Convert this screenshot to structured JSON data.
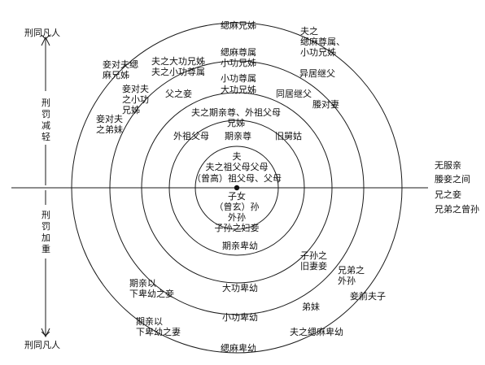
{
  "colors": {
    "ink": "#111111",
    "background": "#ffffff"
  },
  "left_axis": {
    "top_label": "刑同凡人",
    "bottom_label": "刑同凡人",
    "upper_mid": [
      "刑",
      "罚",
      "减",
      "轻"
    ],
    "lower_mid": [
      "刑",
      "罚",
      "加",
      "重"
    ]
  },
  "right_legend": [
    "无服亲",
    "媵妾之间",
    "兄之妾",
    "兄弟之曾孙"
  ],
  "upper": {
    "ring5": [
      "缌麻兄姊"
    ],
    "ring5_right": [
      "夫之",
      "缌麻尊属、",
      "小功兄姊"
    ],
    "ring5_left": [
      "妾对夫缌",
      "麻兄姊"
    ],
    "ring4_top": [
      "缌麻尊属",
      "小功兄姊"
    ],
    "ring4_left": [
      "夫之大功兄姊",
      "夫之小功尊属"
    ],
    "ring4_left2": [
      "妾对夫",
      "之小功",
      "兄姊"
    ],
    "ring4_left3": [
      "妾对夫",
      "之弟妹"
    ],
    "ring4_right": [
      "异居继父"
    ],
    "ring4_right2": [
      "媵对妻"
    ],
    "ring3_top": [
      "小功尊属",
      "大功兄姊"
    ],
    "ring3_left": [
      "父之妾"
    ],
    "ring3_right": [
      "同居继父"
    ],
    "ring2_top": [
      "夫之期亲尊、外祖父母",
      "兄姊"
    ],
    "ring2_left": [
      "外祖父母"
    ],
    "ring2_mid": [
      "期亲尊"
    ],
    "ring2_right": [
      "旧舅姑"
    ],
    "ring1": [
      "夫",
      "夫之祖父母父母",
      "（曾高）祖父母、父母"
    ]
  },
  "lower": {
    "ring1": [
      "子女",
      "（曾玄）孙",
      "外孙",
      "子孙之妇妾"
    ],
    "ring2": [
      "期亲卑幼"
    ],
    "ring2_right": [
      "子孙之",
      "旧妻妾"
    ],
    "ring3": [
      "大功卑幼"
    ],
    "ring3_left": [
      "期亲以",
      "下卑幼之妾"
    ],
    "ring3_right": [
      "兄弟之",
      "外孙"
    ],
    "ring4": [
      "小功卑幼"
    ],
    "ring4_left": [
      "期亲以",
      "下卑幼之妻"
    ],
    "ring4_right": [
      "弟妹"
    ],
    "ring4_right2": [
      "妾前夫子"
    ],
    "ring4_right3": [
      "夫之缌麻卑幼"
    ],
    "ring5": [
      "缌麻卑幼"
    ]
  }
}
